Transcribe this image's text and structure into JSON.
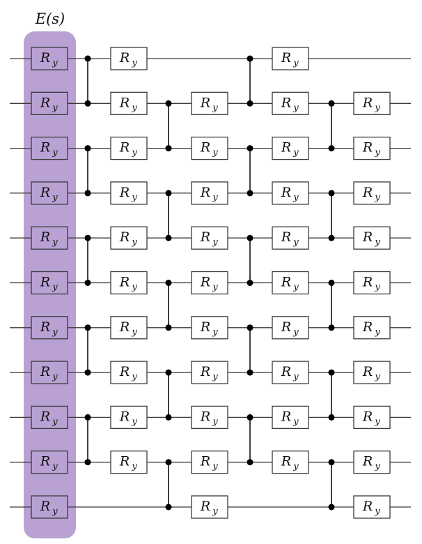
{
  "diagram": {
    "encoding_label": "E(s)",
    "gate_label": "R",
    "gate_subscript": "y",
    "num_qubits": 11,
    "encoding_layer": [
      0,
      1,
      2,
      3,
      4,
      5,
      6,
      7,
      8,
      9,
      10
    ],
    "layers": [
      {
        "type": "cz",
        "pairs": [
          [
            0,
            1
          ],
          [
            2,
            3
          ],
          [
            4,
            5
          ],
          [
            6,
            7
          ],
          [
            8,
            9
          ]
        ]
      },
      {
        "type": "ry",
        "qubits": [
          0,
          1,
          2,
          3,
          4,
          5,
          6,
          7,
          8,
          9
        ]
      },
      {
        "type": "cz",
        "pairs": [
          [
            1,
            2
          ],
          [
            3,
            4
          ],
          [
            5,
            6
          ],
          [
            7,
            8
          ],
          [
            9,
            10
          ]
        ]
      },
      {
        "type": "ry",
        "qubits": [
          1,
          2,
          3,
          4,
          5,
          6,
          7,
          8,
          9,
          10
        ]
      },
      {
        "type": "cz",
        "pairs": [
          [
            0,
            1
          ],
          [
            2,
            3
          ],
          [
            4,
            5
          ],
          [
            6,
            7
          ],
          [
            8,
            9
          ]
        ]
      },
      {
        "type": "ry",
        "qubits": [
          0,
          1,
          2,
          3,
          4,
          5,
          6,
          7,
          8,
          9
        ]
      },
      {
        "type": "cz",
        "pairs": [
          [
            1,
            2
          ],
          [
            3,
            4
          ],
          [
            5,
            6
          ],
          [
            7,
            8
          ],
          [
            9,
            10
          ]
        ]
      },
      {
        "type": "ry",
        "qubits": [
          1,
          2,
          3,
          4,
          5,
          6,
          7,
          8,
          9,
          10
        ]
      }
    ]
  }
}
